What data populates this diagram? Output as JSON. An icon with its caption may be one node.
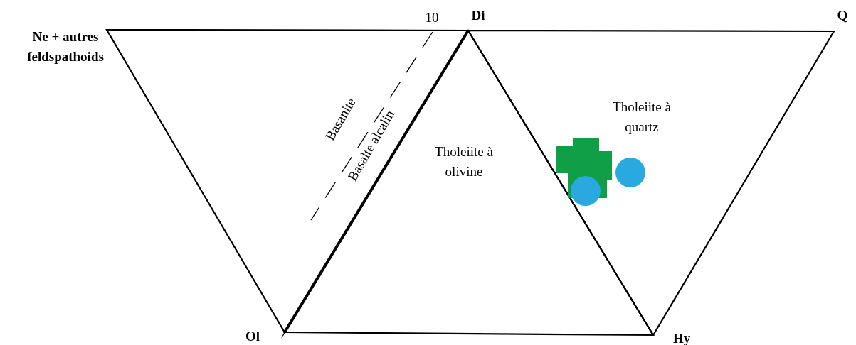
{
  "diagram": {
    "labels": [
      "Ne + autres feldspathoids",
      "10",
      "Di",
      "Q",
      "Basanite",
      "Basalte alcalin",
      "Tholeiite à quartz",
      "Tholeiite à olivine",
      "Ol",
      "Hy"
    ]
  }
}
